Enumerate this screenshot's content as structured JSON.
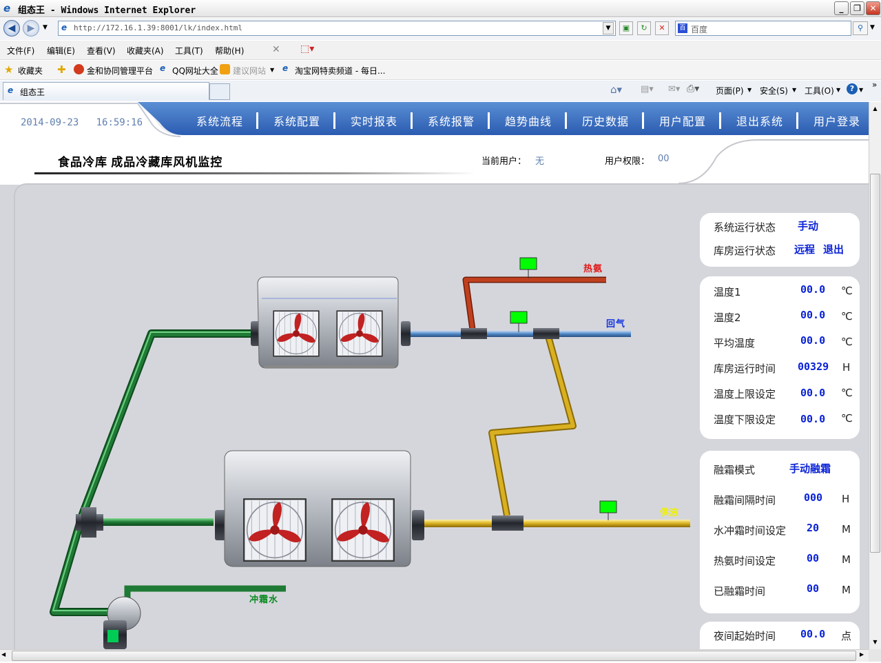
{
  "window": {
    "title": "组态王 - Windows Internet Explorer"
  },
  "browser": {
    "url": "http://172.16.1.39:8001/lk/index.html",
    "search_placeholder": "百度",
    "menu": [
      "文件(F)",
      "编辑(E)",
      "查看(V)",
      "收藏夹(A)",
      "工具(T)",
      "帮助(H)"
    ],
    "favorites": {
      "label": "收藏夹",
      "items": [
        "金和协同管理平台",
        "QQ网址大全",
        "建议网站",
        "淘宝网特卖频道 - 每日..."
      ]
    },
    "tab_title": "组态王",
    "commands": [
      "页面(P)",
      "安全(S)",
      "工具(O)"
    ]
  },
  "nav": {
    "items": [
      "系统流程",
      "系统配置",
      "实时报表",
      "系统报警",
      "趋势曲线",
      "历史数据",
      "用户配置",
      "退出系统",
      "用户登录"
    ]
  },
  "header": {
    "date": "2014-09-23",
    "time": "16:59:16",
    "page_title": "食品冷库  成品冷藏库风机监控",
    "current_user_label": "当前用户：",
    "current_user": "无",
    "permission_label": "用户权限：",
    "permission": "00"
  },
  "diagram": {
    "labels": {
      "hot_ammonia": "热氨",
      "return_gas": "回气",
      "supply_liquid": "供液",
      "flush_water": "冲霜水"
    },
    "colors": {
      "hot_ammonia_pipe": "#c0401e",
      "return_gas_pipe": "#4f86c6",
      "supply_pipe": "#d9b020",
      "water_pipe": "#1f7a35",
      "sensor": "#00ff00"
    }
  },
  "status_panel": {
    "system_state_label": "系统运行状态",
    "system_state": "手动",
    "room_state_label": "库房运行状态",
    "room_state_remote": "远程",
    "room_state_exit": "退出"
  },
  "temp_panel": {
    "rows": [
      {
        "label": "温度1",
        "value": "00.0",
        "unit": "℃"
      },
      {
        "label": "温度2",
        "value": "00.0",
        "unit": "℃"
      },
      {
        "label": "平均温度",
        "value": "00.0",
        "unit": "℃"
      },
      {
        "label": "库房运行时间",
        "value": "00329",
        "unit": "H"
      },
      {
        "label": "温度上限设定",
        "value": "00.0",
        "unit": "℃"
      },
      {
        "label": "温度下限设定",
        "value": "00.0",
        "unit": "℃"
      }
    ]
  },
  "defrost_panel": {
    "mode_label": "融霜模式",
    "mode": "手动融霜",
    "rows": [
      {
        "label": "融霜间隔时间",
        "value": "000",
        "unit": "H"
      },
      {
        "label": "水冲霜时间设定",
        "value": "20",
        "unit": "M"
      },
      {
        "label": "热氨时间设定",
        "value": "00",
        "unit": "M"
      },
      {
        "label": "已融霜时间",
        "value": "00",
        "unit": "M"
      }
    ]
  },
  "night_panel": {
    "label": "夜间起始时间",
    "value": "00.0",
    "unit": "点"
  }
}
